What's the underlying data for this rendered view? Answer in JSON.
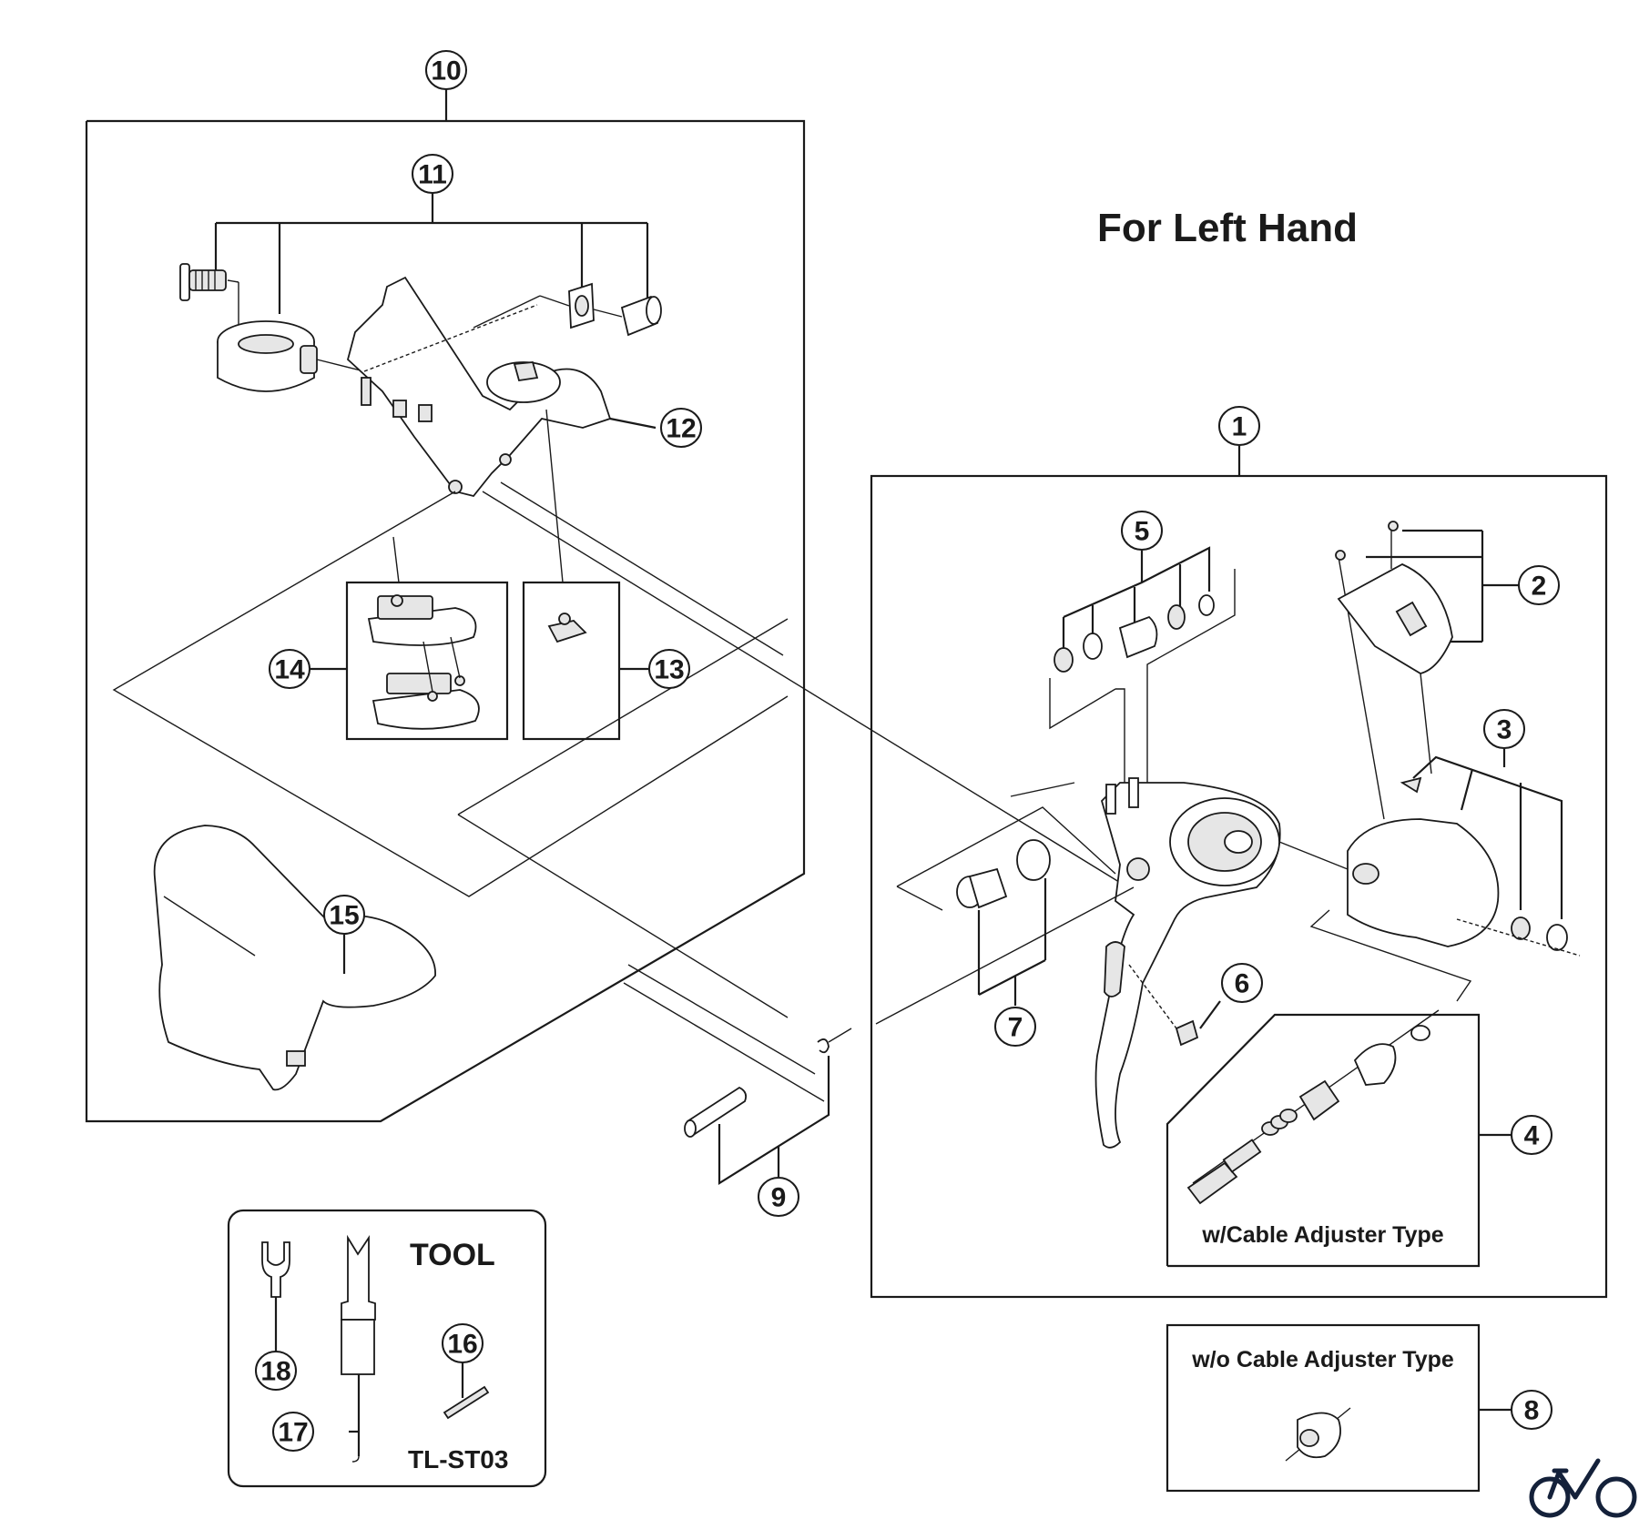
{
  "title": "For Left Hand",
  "callouts": [
    "1",
    "2",
    "3",
    "4",
    "5",
    "6",
    "7",
    "8",
    "9",
    "10",
    "11",
    "12",
    "13",
    "14",
    "15",
    "16",
    "17",
    "18"
  ],
  "subassemblies": {
    "with_adjuster": "w/Cable Adjuster Type",
    "without_adjuster": "w/o Cable Adjuster Type"
  },
  "tool": {
    "heading": "TOOL",
    "code": "TL-ST03"
  },
  "logo": {
    "icon": "bicycle-icon",
    "color": "#14213a"
  },
  "colors": {
    "line": "#1a1a1a",
    "background": "#ffffff"
  }
}
